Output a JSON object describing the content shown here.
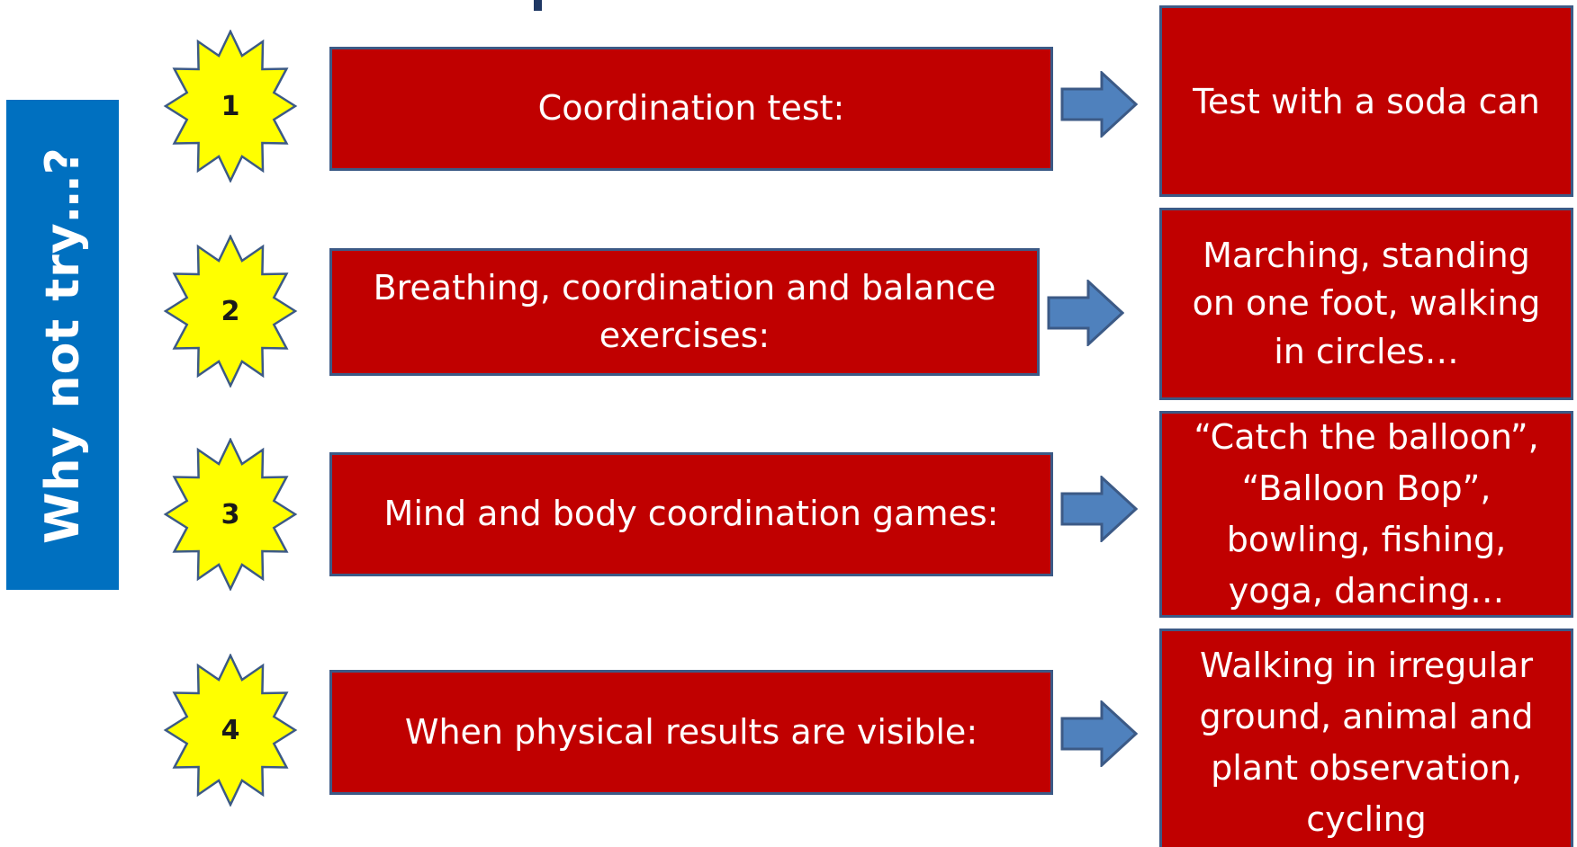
{
  "side_banner": {
    "label": "Why not try…?"
  },
  "colors": {
    "banner": "#0070c0",
    "box_fill": "#c00000",
    "box_border": "#3c5a86",
    "star_fill": "#ffff00",
    "arrow_fill": "#4f81bd"
  },
  "rows": [
    {
      "number": "1",
      "activity": "Coordination test:",
      "examples": "Test with a soda can"
    },
    {
      "number": "2",
      "activity": "Breathing, coordination and balance exercises:",
      "examples": "Marching, standing on one foot, walking in circles…"
    },
    {
      "number": "3",
      "activity": "Mind and body coordination games:",
      "examples": "“Catch the balloon”, “Balloon Bop”, bowling, fishing, yoga, dancing…"
    },
    {
      "number": "4",
      "activity": "When physical results are visible:",
      "examples": "Walking in irregular ground, animal and plant observation, cycling"
    }
  ]
}
